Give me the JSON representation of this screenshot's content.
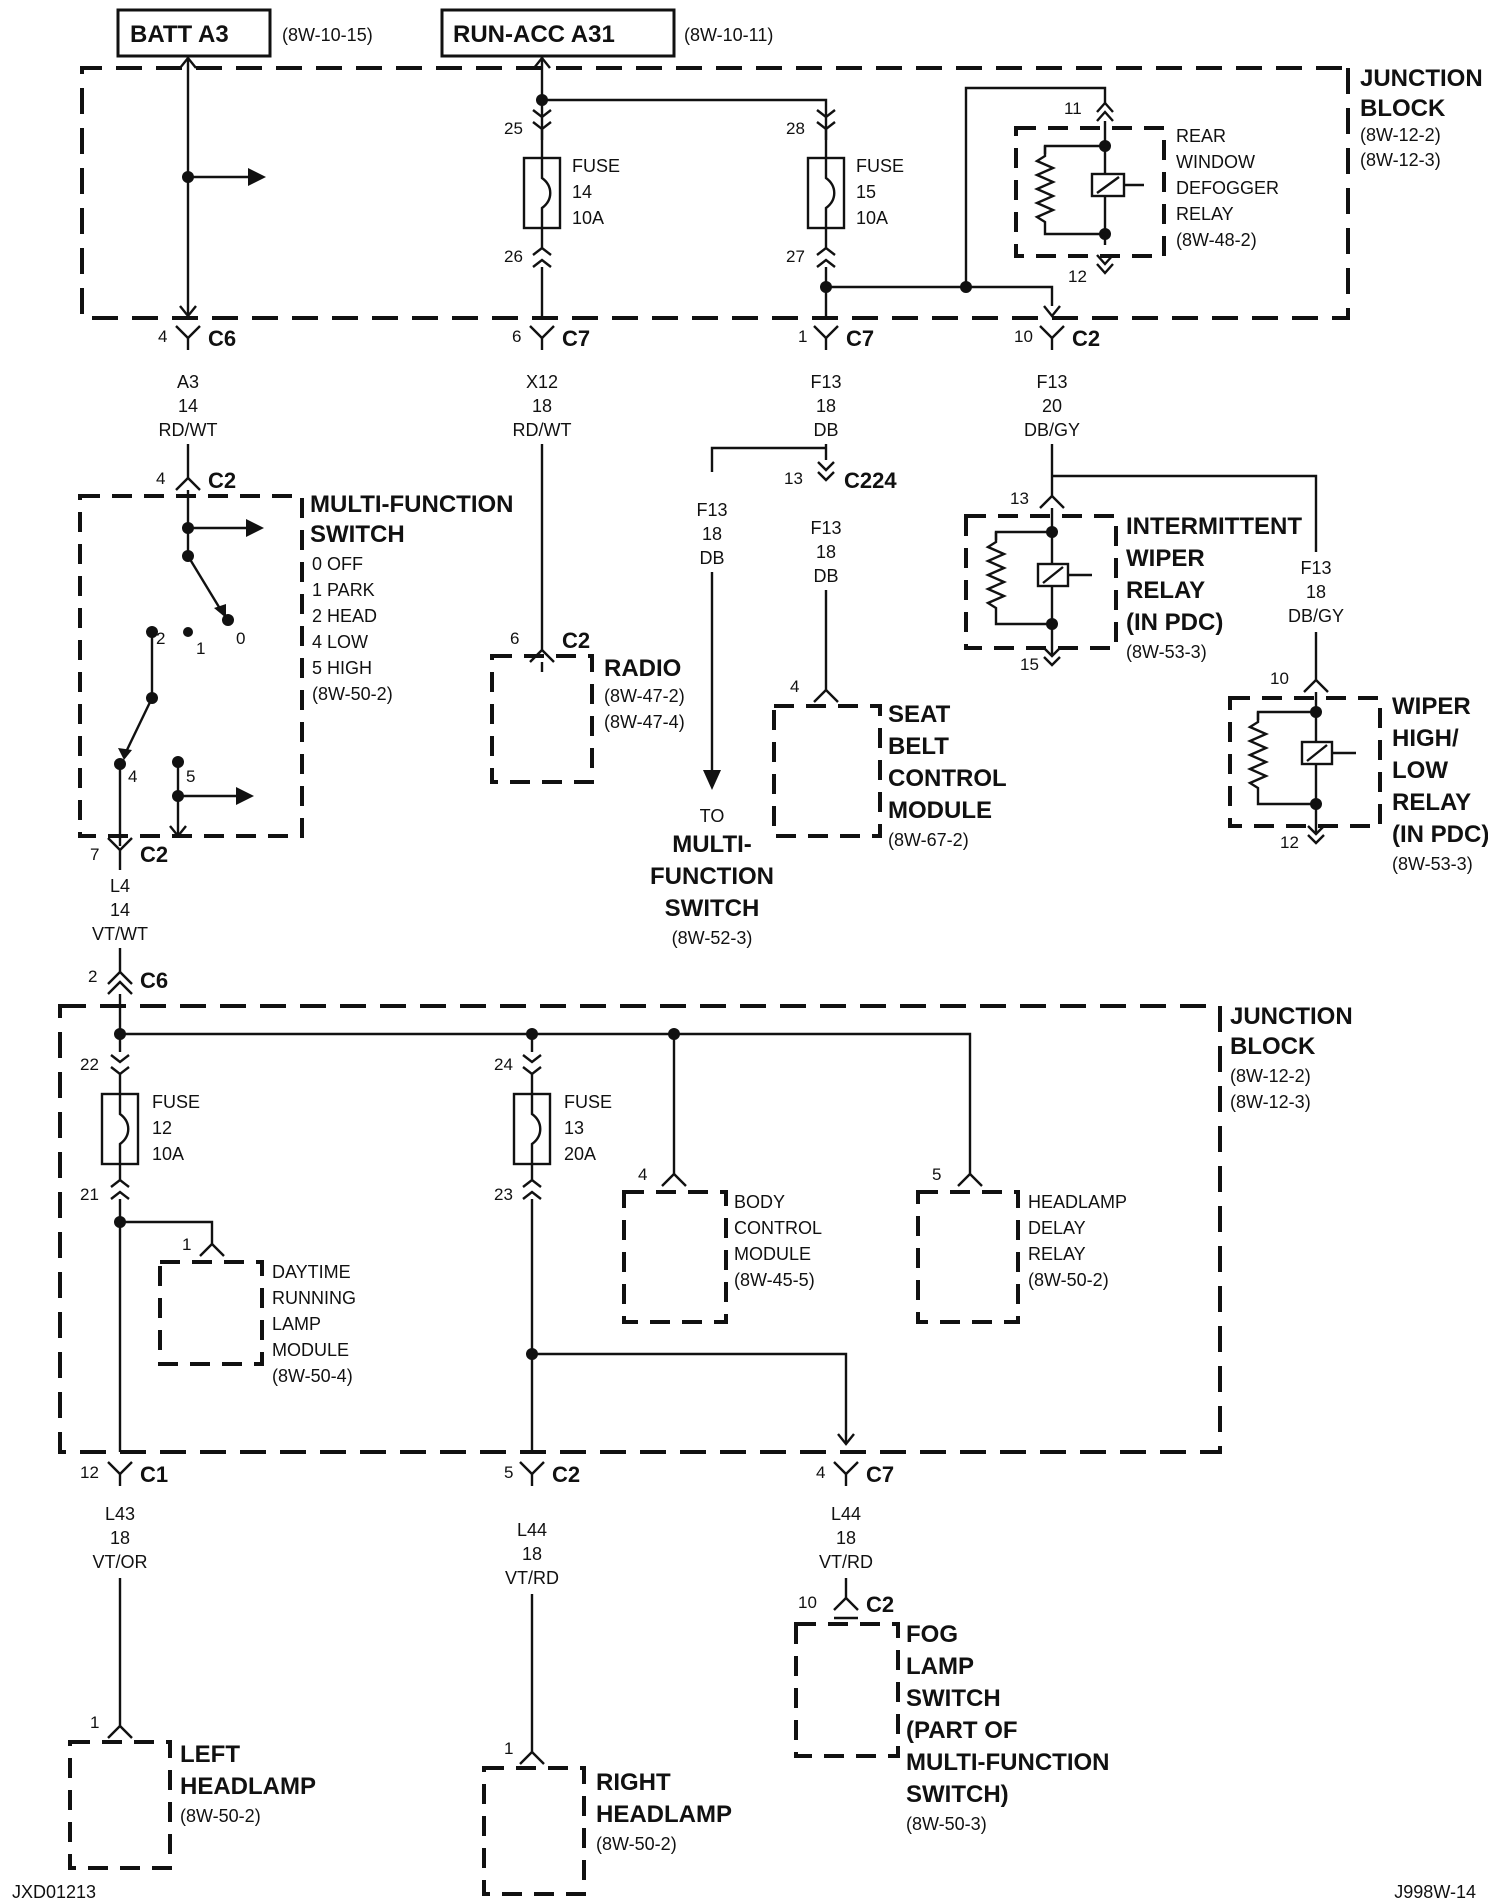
{
  "sources": {
    "batt": {
      "label": "BATT A3",
      "ref": "(8W-10-15)"
    },
    "run_acc": {
      "label": "RUN-ACC A31",
      "ref": "(8W-10-11)"
    }
  },
  "junction_block_top": {
    "title_lines": [
      "JUNCTION",
      "BLOCK"
    ],
    "refs": [
      "(8W-12-2)",
      "(8W-12-3)"
    ]
  },
  "junction_block_bottom": {
    "title_lines": [
      "JUNCTION",
      "BLOCK"
    ],
    "refs": [
      "(8W-12-2)",
      "(8W-12-3)"
    ]
  },
  "fuses": [
    {
      "id": "fuse14",
      "lines": [
        "FUSE",
        "14",
        "10A"
      ],
      "pin_in": "25",
      "pin_out": "26"
    },
    {
      "id": "fuse15",
      "lines": [
        "FUSE",
        "15",
        "10A"
      ],
      "pin_in": "28",
      "pin_out": "27"
    },
    {
      "id": "fuse12",
      "lines": [
        "FUSE",
        "12",
        "10A"
      ],
      "pin_in": "22",
      "pin_out": "21"
    },
    {
      "id": "fuse13",
      "lines": [
        "FUSE",
        "13",
        "20A"
      ],
      "pin_in": "24",
      "pin_out": "23"
    }
  ],
  "relays": {
    "rear_defogger": {
      "lines": [
        "REAR",
        "WINDOW",
        "DEFOGGER",
        "RELAY",
        "(8W-48-2)"
      ],
      "pin_top": "11",
      "pin_bottom": "12"
    },
    "intermittent_wiper": {
      "lines": [
        "INTERMITTENT",
        "WIPER",
        "RELAY",
        "(IN PDC)"
      ],
      "ref": "(8W-53-3)",
      "pin_top": "13",
      "pin_bottom": "15"
    },
    "wiper_high_low": {
      "lines": [
        "WIPER",
        "HIGH/",
        "LOW",
        "RELAY",
        "(IN PDC)"
      ],
      "ref": "(8W-53-3)",
      "pin_top": "10",
      "pin_bottom": "12"
    }
  },
  "connectors": {
    "c6_top": {
      "pin": "4",
      "name": "C6"
    },
    "c7_x12": {
      "pin": "6",
      "name": "C7"
    },
    "c7_f13": {
      "pin": "1",
      "name": "C7"
    },
    "c2_f13": {
      "pin": "10",
      "name": "C2"
    },
    "c2_mfs_in": {
      "pin": "4",
      "name": "C2"
    },
    "c224": {
      "pin": "13",
      "name": "C224"
    },
    "c2_radio": {
      "pin": "6",
      "name": "C2"
    },
    "c2_mfs_out": {
      "pin": "7",
      "name": "C2"
    },
    "c6_bottom": {
      "pin": "2",
      "name": "C6"
    },
    "c1": {
      "pin": "12",
      "name": "C1"
    },
    "c2_bottom": {
      "pin": "5",
      "name": "C2"
    },
    "c7_bottom": {
      "pin": "4",
      "name": "C7"
    },
    "c2_fog": {
      "pin": "10",
      "name": "C2"
    },
    "seat_belt_pin": {
      "pin": "4"
    },
    "wiper_f13_pin": {
      "pin": "10"
    },
    "drl_pin": {
      "pin": "1"
    },
    "bcm_pin": {
      "pin": "4"
    },
    "hdr_pin": {
      "pin": "5"
    },
    "left_hl_pin": {
      "pin": "1"
    },
    "right_hl_pin": {
      "pin": "1"
    }
  },
  "wires": {
    "a3": {
      "circuit": "A3",
      "gauge": "14",
      "color": "RD/WT"
    },
    "x12": {
      "circuit": "X12",
      "gauge": "18",
      "color": "RD/WT"
    },
    "f13_db": {
      "circuit": "F13",
      "gauge": "18",
      "color": "DB"
    },
    "f13_dbgy": {
      "circuit": "F13",
      "gauge": "20",
      "color": "DB/GY"
    },
    "f13_mfs": {
      "circuit": "F13",
      "gauge": "18",
      "color": "DB"
    },
    "f13_seat": {
      "circuit": "F13",
      "gauge": "18",
      "color": "DB"
    },
    "f13_wiper": {
      "circuit": "F13",
      "gauge": "18",
      "color": "DB/GY"
    },
    "l4": {
      "circuit": "L4",
      "gauge": "14",
      "color": "VT/WT"
    },
    "l43": {
      "circuit": "L43",
      "gauge": "18",
      "color": "VT/OR"
    },
    "l44_right": {
      "circuit": "L44",
      "gauge": "18",
      "color": "VT/RD"
    },
    "l44_fog": {
      "circuit": "L44",
      "gauge": "18",
      "color": "VT/RD"
    }
  },
  "multi_function_switch": {
    "title_lines": [
      "MULTI-FUNCTION",
      "SWITCH"
    ],
    "positions": [
      "0 OFF",
      "1 PARK",
      "2 HEAD",
      "4 LOW",
      "5 HIGH"
    ],
    "ref": "(8W-50-2)",
    "contact_labels": [
      "2",
      "1",
      "0",
      "4",
      "5"
    ]
  },
  "components": {
    "radio": {
      "lines": [
        "RADIO"
      ],
      "refs": [
        "(8W-47-2)",
        "(8W-47-4)"
      ]
    },
    "seat_belt": {
      "lines": [
        "SEAT",
        "BELT",
        "CONTROL",
        "MODULE"
      ],
      "ref": "(8W-67-2)"
    },
    "to_mfs": {
      "lines": [
        "TO",
        "MULTI-",
        "FUNCTION",
        "SWITCH"
      ],
      "ref": "(8W-52-3)"
    },
    "drl": {
      "lines": [
        "DAYTIME",
        "RUNNING",
        "LAMP",
        "MODULE",
        "(8W-50-4)"
      ]
    },
    "bcm": {
      "lines": [
        "BODY",
        "CONTROL",
        "MODULE",
        "(8W-45-5)"
      ]
    },
    "headlamp_delay": {
      "lines": [
        "HEADLAMP",
        "DELAY",
        "RELAY",
        "(8W-50-2)"
      ]
    },
    "fog_lamp_switch": {
      "lines": [
        "FOG",
        "LAMP",
        "SWITCH",
        "(PART OF",
        "MULTI-FUNCTION",
        "SWITCH)"
      ],
      "ref": "(8W-50-3)"
    },
    "left_headlamp": {
      "lines": [
        "LEFT",
        "HEADLAMP"
      ],
      "ref": "(8W-50-2)"
    },
    "right_headlamp": {
      "lines": [
        "RIGHT",
        "HEADLAMP"
      ],
      "ref": "(8W-50-2)"
    }
  },
  "footer": {
    "left": "JXD01213",
    "right": "J998W-14"
  }
}
